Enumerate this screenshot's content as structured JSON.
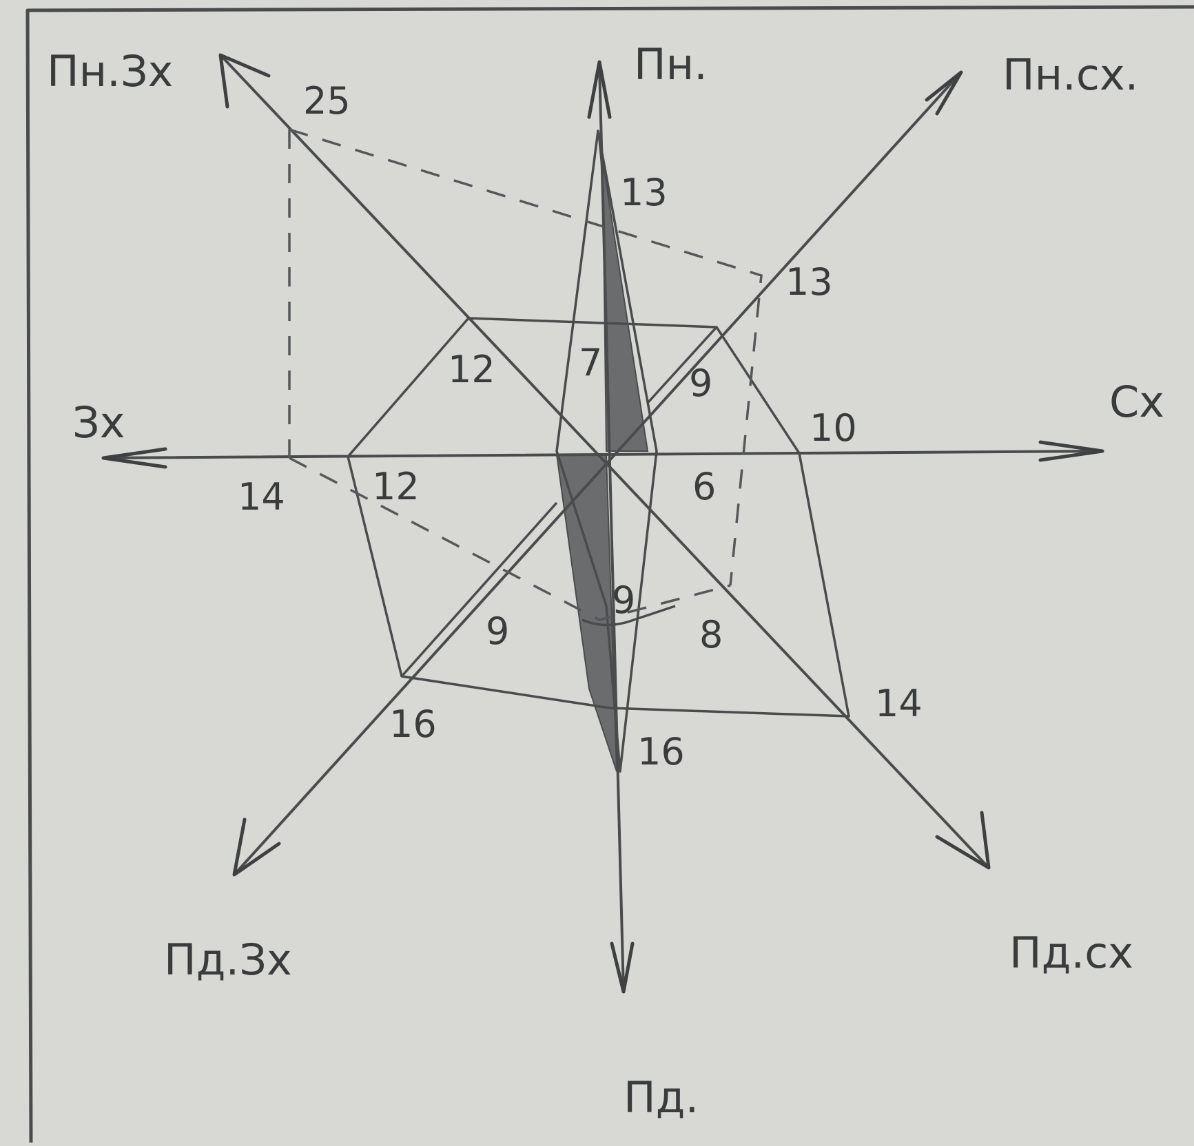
{
  "directions": {
    "north": "Пн.",
    "south": "Пд.",
    "east": "Сх",
    "west": "Зх",
    "northeast": "Пн.сх.",
    "northwest": "Пн.Зх",
    "southeast": "Пд.сх",
    "southwest": "Пд.Зх"
  },
  "rose_solid": {
    "north": 7,
    "northeast": 9,
    "east": 10,
    "southeast": 14,
    "south": 16,
    "southwest": 16,
    "west": 12,
    "northwest": 12
  },
  "rose_small": {
    "east": 6,
    "southeast": 8,
    "south": 9,
    "southwest": 9
  },
  "rose_dashed": {
    "northwest": 25,
    "north": 13,
    "northeast": 13,
    "west": 14
  },
  "labels": {
    "nw_dashed": "25",
    "n_dashed": "13",
    "ne_dashed": "13",
    "w_dashed": "14",
    "w_solid": "12",
    "nw_solid": "12",
    "n_solid": "7",
    "ne_solid": "9",
    "e_solid": "10",
    "e_small": "6",
    "sw_small": "9",
    "s_small": "9",
    "se_small": "8",
    "se_solid": "14",
    "sw_solid": "16",
    "s_solid": "16"
  },
  "colors": {
    "paper": "#d8d9d4",
    "ink": "#4a4b4d",
    "shade": "#6b6c6e"
  }
}
